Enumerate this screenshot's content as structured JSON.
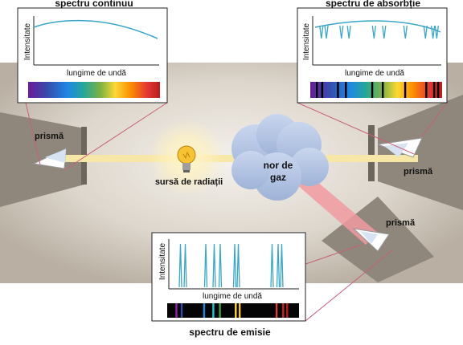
{
  "labels": {
    "continuous_title": "spectru continuu",
    "absorption_title": "spectru de absorbție",
    "emission_title": "spectru de emisie",
    "axis_y": "Intensitate",
    "axis_x": "lungime de undă",
    "prism": "prismă",
    "source": "sursă de radiații",
    "cloud_line1": "nor de",
    "cloud_line2": "gaz"
  },
  "colors": {
    "curve": "#3aa6c8",
    "beam": "#f6e7a6",
    "emission_beam": "#f19aa0",
    "cloud": "#aebfde",
    "box_border": "#c8607a"
  },
  "spectra": {
    "absorption_lines": [
      0.05,
      0.09,
      0.21,
      0.27,
      0.47,
      0.55,
      0.72,
      0.88,
      0.94,
      0.97
    ],
    "emission_lines": [
      0.07,
      0.11,
      0.28,
      0.35,
      0.4,
      0.52,
      0.55,
      0.83,
      0.88,
      0.91
    ]
  }
}
